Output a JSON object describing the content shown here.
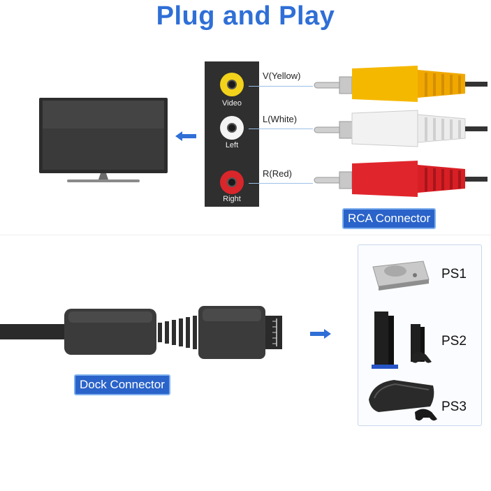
{
  "title": "Plug and Play",
  "panel": {
    "jacks": [
      {
        "label": "Video",
        "color": "#f2d21b"
      },
      {
        "label": "Left",
        "color": "#f4f4f4"
      },
      {
        "label": "Right",
        "color": "#d8262b"
      }
    ]
  },
  "ports": [
    {
      "label": "V(Yellow)",
      "color": "#f5b800"
    },
    {
      "label": "L(White)",
      "color": "#f2f2f2"
    },
    {
      "label": "R(Red)",
      "color": "#e0262c"
    }
  ],
  "rca_badge": "RCA Connector",
  "dock_badge": "Dock Connector",
  "consoles": [
    "PS1",
    "PS2",
    "PS3"
  ],
  "colors": {
    "accent": "#2f6fd6",
    "badge": "#2a63c9",
    "arrow": "#2f6fd6"
  },
  "icons": [
    "tv-icon",
    "arrow-left-icon",
    "rca-plug-icon",
    "dock-cable-icon",
    "arrow-right-icon",
    "ps1-console-icon",
    "ps2-console-icon",
    "ps3-console-icon"
  ]
}
